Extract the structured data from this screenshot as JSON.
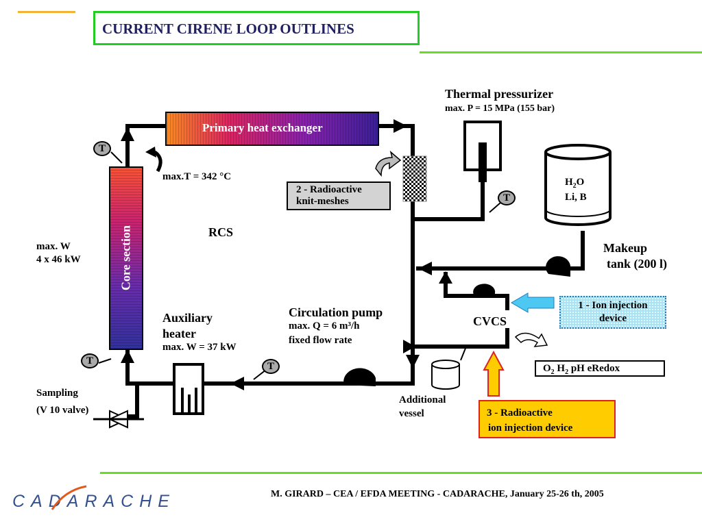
{
  "title": "CURRENT CIRENE LOOP OUTLINES",
  "footer": "M. GIRARD – CEA / EFDA MEETING - CADARACHE, January 25-26 th, 2005",
  "logo": "CADARACHE",
  "labels": {
    "heat_exchanger": "Primary heat exchanger",
    "core_section": "Core section",
    "max_temp": "max.T = 342 °C",
    "rcs": "RCS",
    "power_title": "max. W",
    "power_value": "4 x 46 kW",
    "aux_heater_1": "Auxiliary",
    "aux_heater_2": "heater",
    "aux_heater_power": "max. W = 37 kW",
    "pump_title": "Circulation pump",
    "pump_flow": "max. Q = 6 m³/h",
    "pump_rate": "fixed flow rate",
    "pressurizer_title": "Thermal pressurizer",
    "pressurizer_max": "max. P = 15 MPa (155 bar)",
    "tank_h2o": "H2O",
    "tank_li_b": "Li, B",
    "makeup_1": "Makeup",
    "makeup_2": "tank (200 l)",
    "cvcs": "CVCS",
    "additional_1": "Additional",
    "additional_2": "vessel",
    "sampling_1": "Sampling",
    "sampling_2": "(V 10 valve)",
    "temp_sensor": "T"
  },
  "boxes": {
    "knit_meshes_1": "2 - Radioactive",
    "knit_meshes_2": "knit-meshes",
    "ion_injection_1": "1 - Ion injection",
    "ion_injection_2": "device",
    "redox": "O2 H2 pH eRedox",
    "radio_ion_1": "3 - Radioactive",
    "radio_ion_2": "ion injection device"
  },
  "colors": {
    "title_border": "#22cc22",
    "title_text": "#202060",
    "footer_line": "#66dd22",
    "logo": "#33518f",
    "ion_box": "#a8e4f4",
    "radio_box": "#ffcc00",
    "radio_box_border": "#dd2222"
  }
}
